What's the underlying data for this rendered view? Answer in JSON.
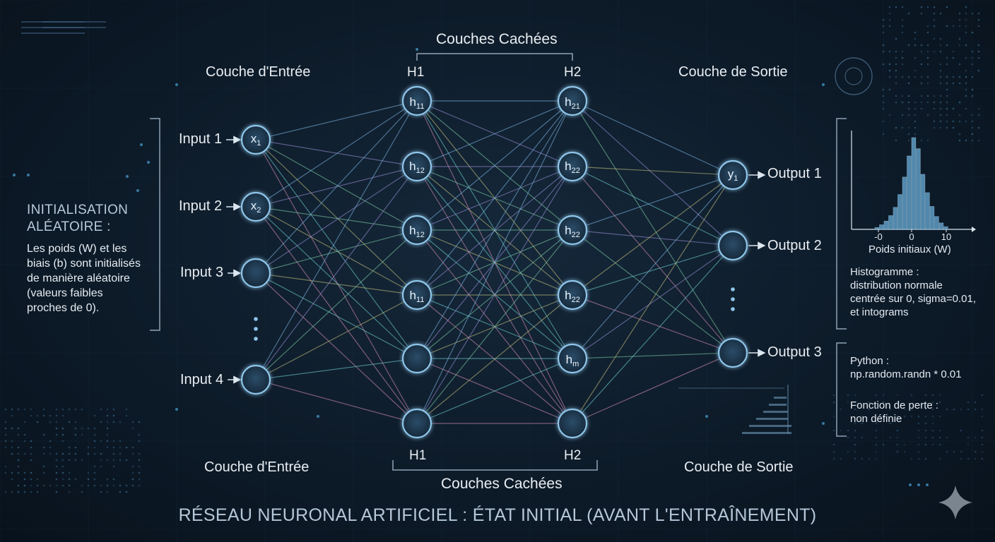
{
  "title": "RÉSEAU NEURONAL ARTIFICIEL : ÉTAT INITIAL (AVANT L'ENTRAÎNEMENT)",
  "headers": {
    "hidden_top": "Couches Cachées",
    "hidden_bottom": "Couches Cachées",
    "input_top": "Couche d'Entrée",
    "input_bottom": "Couche d'Entrée",
    "output_top": "Couche de Sortie",
    "output_bottom": "Couche de Sortie",
    "h1_top": "H1",
    "h2_top": "H2",
    "h1_bottom": "H1",
    "h2_bottom": "H2"
  },
  "inputs": [
    {
      "label": "Input 1",
      "node": "x",
      "sub": "1"
    },
    {
      "label": "Input 2",
      "node": "x",
      "sub": "2"
    },
    {
      "label": "Input 3",
      "node": "",
      "sub": ""
    },
    {
      "label": "Input 4",
      "node": "",
      "sub": ""
    }
  ],
  "hidden1": [
    {
      "node": "h",
      "sub": "11"
    },
    {
      "node": "h",
      "sub": "12"
    },
    {
      "node": "h",
      "sub": "12"
    },
    {
      "node": "h",
      "sub": "11"
    },
    {
      "node": "",
      "sub": ""
    },
    {
      "node": "",
      "sub": ""
    }
  ],
  "hidden2": [
    {
      "node": "h",
      "sub": "21"
    },
    {
      "node": "h",
      "sub": "22"
    },
    {
      "node": "h",
      "sub": "22"
    },
    {
      "node": "h",
      "sub": "22"
    },
    {
      "node": "h",
      "sub": "m"
    },
    {
      "node": "",
      "sub": ""
    }
  ],
  "outputs": [
    {
      "label": "Output 1",
      "node": "y",
      "sub": "1"
    },
    {
      "label": "Output 2",
      "node": "",
      "sub": ""
    },
    {
      "label": "Output 3",
      "node": "",
      "sub": ""
    }
  ],
  "left_panel": {
    "title_line1": "INITIALISATION",
    "title_line2": "ALÉATOIRE :",
    "text_lines": [
      "Les poids (W) et les",
      "biais (b) sont initialisés",
      "de manière aléatoire",
      "(valeurs faibles",
      "proches de 0)."
    ]
  },
  "histogram": {
    "xlabel": "Poids initiaux (W)",
    "ticks": [
      "-0",
      "0",
      "10"
    ],
    "bars": [
      0.02,
      0.05,
      0.09,
      0.15,
      0.24,
      0.38,
      0.57,
      0.8,
      1.0,
      0.88,
      0.6,
      0.4,
      0.25,
      0.14,
      0.07,
      0.03
    ],
    "caption_lines": [
      "Histogramme :",
      "distribution normale",
      "centrée sur 0, sigma=0.01,",
      "et intograms"
    ]
  },
  "python": {
    "line1": "Python :",
    "line2": "np.random.randn * 0.01",
    "line3": "Fonction de perte :",
    "line4": "non définie"
  },
  "colors": {
    "node_ring": "#8fc6ea",
    "node_fill": "#1c3850",
    "connections": [
      "#7fb8e6",
      "#9c8fd8",
      "#7fd0a8",
      "#c7c47f",
      "#6fd3d6",
      "#d98fb8"
    ]
  }
}
